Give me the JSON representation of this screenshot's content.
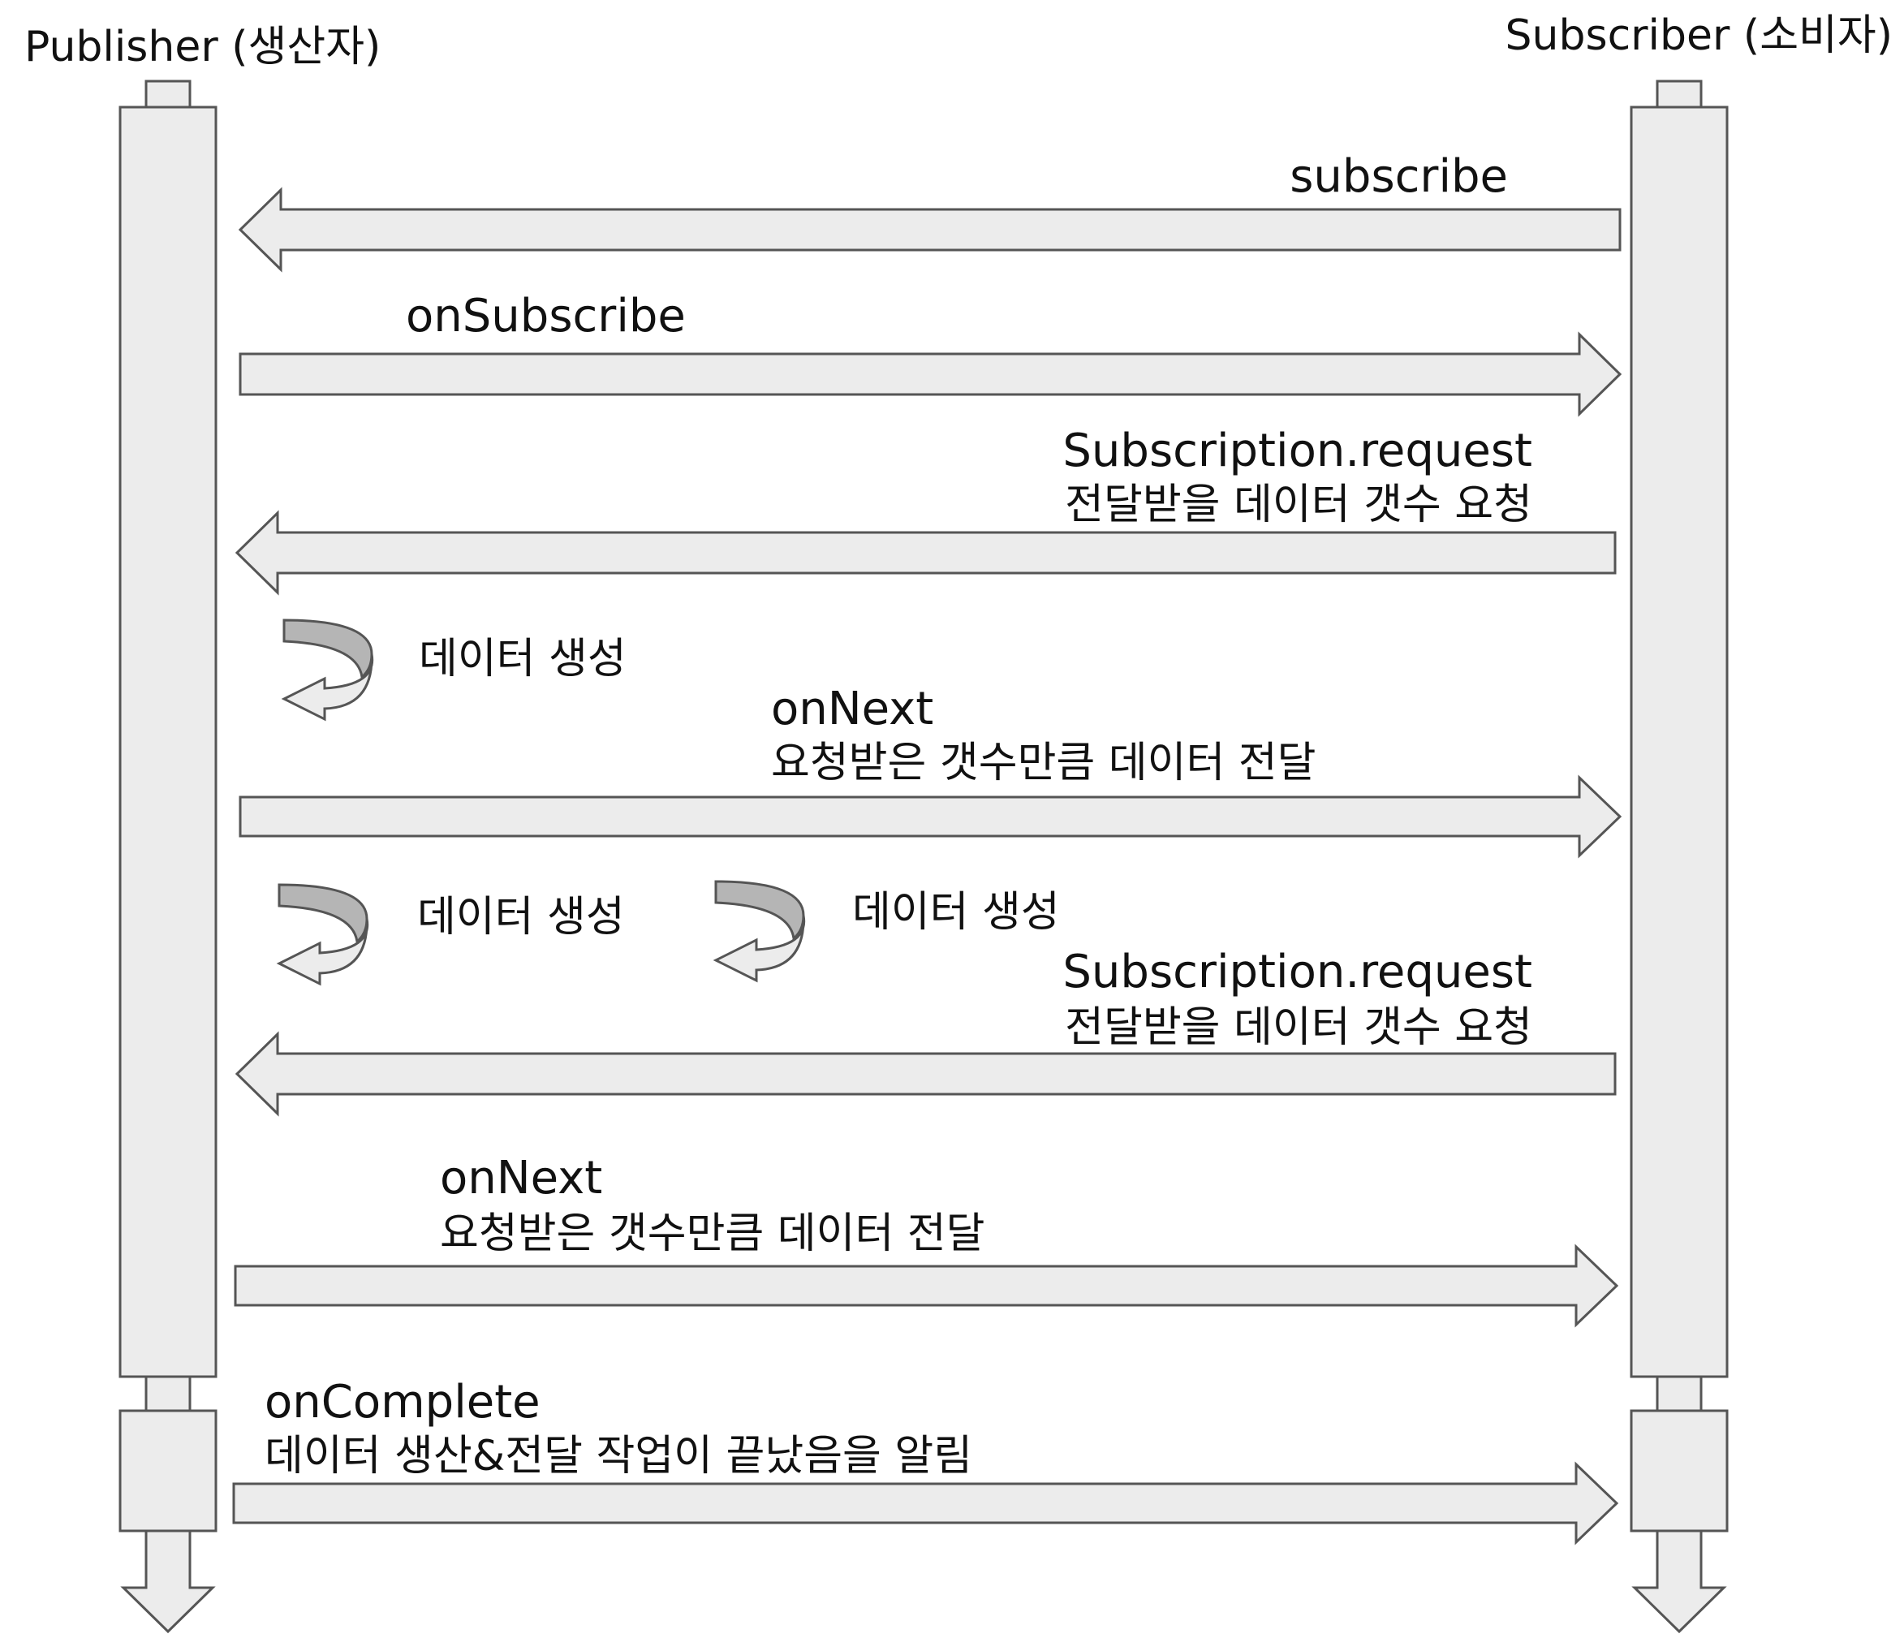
{
  "participants": {
    "publisher": "Publisher (생산자)",
    "subscriber": "Subscriber (소비자)"
  },
  "messages": [
    {
      "method": "subscribe",
      "description": "",
      "direction": "subscriber-to-publisher"
    },
    {
      "method": "onSubscribe",
      "description": "",
      "direction": "publisher-to-subscriber"
    },
    {
      "method": "Subscription.request",
      "description": "전달받을 데이터 갯수 요청",
      "direction": "subscriber-to-publisher"
    },
    {
      "method": "onNext",
      "description": "요청받은 갯수만큼 데이터 전달",
      "direction": "publisher-to-subscriber"
    },
    {
      "method": "Subscription.request",
      "description": "전달받을 데이터 갯수 요청",
      "direction": "subscriber-to-publisher"
    },
    {
      "method": "onNext",
      "description": "요청받은 갯수만큼 데이터 전달",
      "direction": "publisher-to-subscriber"
    },
    {
      "method": "onComplete",
      "description": "데이터 생산&전달 작업이 끝났음을 알림",
      "direction": "publisher-to-subscriber"
    }
  ],
  "self_actions": [
    {
      "label": "데이터 생성"
    },
    {
      "label": "데이터 생성"
    },
    {
      "label": "데이터 생성"
    }
  ]
}
